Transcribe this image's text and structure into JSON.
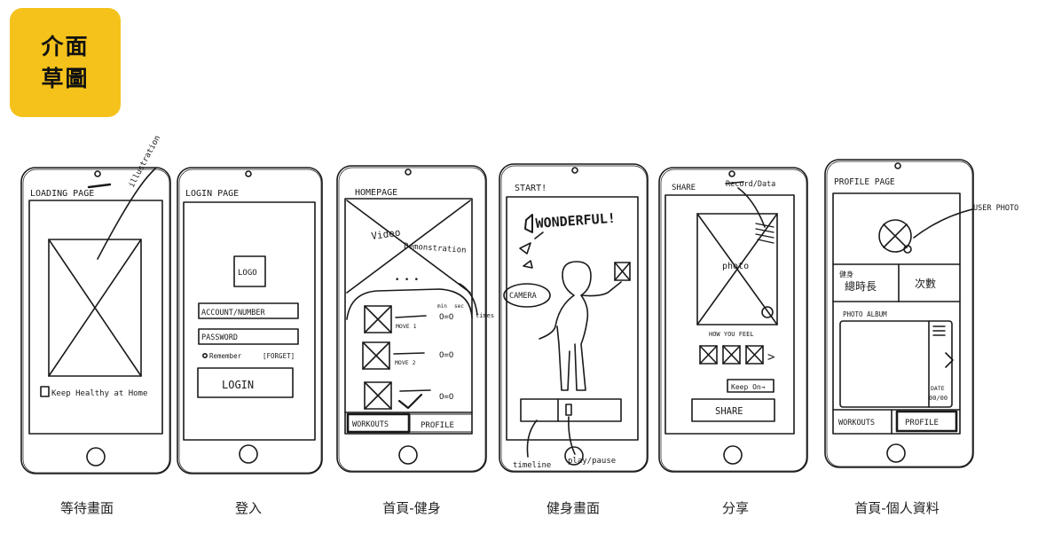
{
  "badge": {
    "line1": "介面",
    "line2": "草圖"
  },
  "ink": "#1a1a1a",
  "accent": "#f5c21b",
  "captions": [
    "等待畫面",
    "登入",
    "首頁-健身",
    "健身畫面",
    "分享",
    "首頁-個人資料"
  ],
  "screens": {
    "loading": {
      "title": "LOADING PAGE",
      "annotation": "illustration",
      "footer": "Keep Healthy at Home"
    },
    "login": {
      "title": "LOGIN PAGE",
      "logo": "LOGO",
      "account": "ACCOUNT/NUMBER",
      "password": "PASSWORD",
      "remember": "Remember",
      "forget": "[FORGET]",
      "login_button": "LOGIN"
    },
    "homepage": {
      "title": "HOMEPAGE",
      "video_line1": "Video",
      "video_line2": "Demonstration",
      "dots": "• • •",
      "col_min": "min",
      "col_sec": "sec",
      "times": "times",
      "move1": "MOVE 1",
      "move2": "MOVE 2",
      "timer1": "O=O",
      "timer2": "O=O",
      "timer3": "O=O",
      "tab_workouts": "WORKOUTS",
      "tab_profile": "PROFILE"
    },
    "workout": {
      "title": "START!",
      "headline": "WONDERFUL!",
      "camera": "CAMERA",
      "timeline": "timeline",
      "play_pause": "play/pause"
    },
    "share": {
      "title": "SHARE",
      "record": "Record/Data",
      "photo": "photo",
      "feel": "HOW YOU FEEL",
      "arrow": ">",
      "keep_on": "Keep On→",
      "share_button": "SHARE"
    },
    "profile": {
      "title": "PROFILE PAGE",
      "user_photo": "USER PHOTO",
      "fitness_label": "健身",
      "total_time": "總時長",
      "count": "次數",
      "album": "PHOTO ALBUM",
      "date": "DATE",
      "date_value": "00/00",
      "tab_workouts": "WORKOUTS",
      "tab_profile": "PROFILE"
    }
  }
}
